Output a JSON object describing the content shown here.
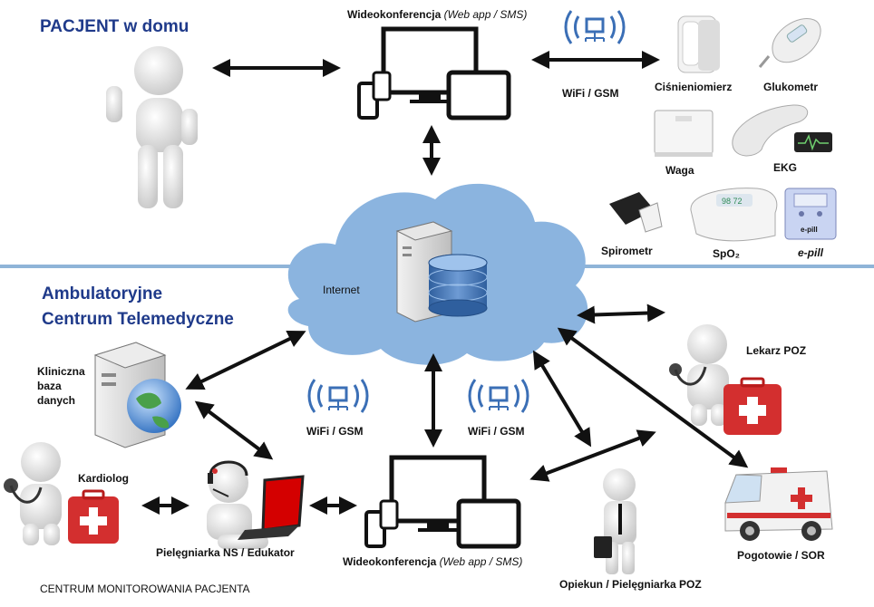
{
  "home": {
    "title": "PACJENT w domu"
  },
  "center": {
    "title_line1": "Ambulatoryjne",
    "title_line2": "Centrum Telemedyczne",
    "footer": "CENTRUM MONITOROWANIA PACJENTA"
  },
  "video_top": {
    "label": "Wideokonferencja",
    "label_italic": "(Web app / SMS)"
  },
  "video_bottom": {
    "label": "Wideokonferencja",
    "label_italic": "(Web app / SMS)"
  },
  "wifi": {
    "top": "WiFi / GSM",
    "bottom_left": "WiFi / GSM",
    "bottom_right": "WiFi / GSM"
  },
  "cloud": {
    "label": "Internet"
  },
  "devices": [
    {
      "label": "Ciśnieniomierz"
    },
    {
      "label": "Glukometr"
    },
    {
      "label": "Waga"
    },
    {
      "label": "EKG"
    },
    {
      "label": "Spirometr"
    },
    {
      "label": "SpO₂"
    },
    {
      "label": "e-pill"
    }
  ],
  "epill_device": {
    "brand": "e-pill"
  },
  "actors": {
    "database": "Kliniczna\nbaza\ndanych",
    "cardiologist": "Kardiolog",
    "nurse": "Pielęgniarka NS / Edukator",
    "gp": "Lekarz POZ",
    "carer": "Opiekun / Pielęgniarka POZ",
    "ambulance": "Pogotowie / SOR"
  },
  "colors": {
    "title": "#1f3a8a",
    "divider": "#8fb4d8",
    "cloud": "#8bb4df",
    "wifi": "#3b6fb6",
    "red": "#d32f2f",
    "arrow": "#111111"
  }
}
